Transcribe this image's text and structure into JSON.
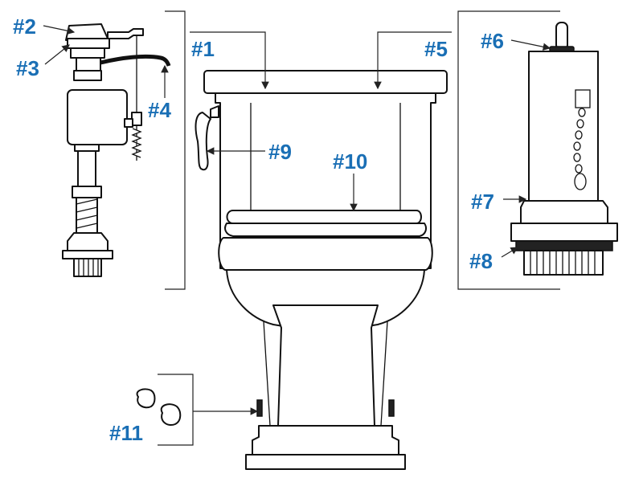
{
  "labels": {
    "p1": "#1",
    "p2": "#2",
    "p3": "#3",
    "p4": "#4",
    "p5": "#5",
    "p6": "#6",
    "p7": "#7",
    "p8": "#8",
    "p9": "#9",
    "p10": "#10",
    "p11": "#11"
  },
  "colors": {
    "label": "#1a6fb5",
    "line": "#222222"
  }
}
